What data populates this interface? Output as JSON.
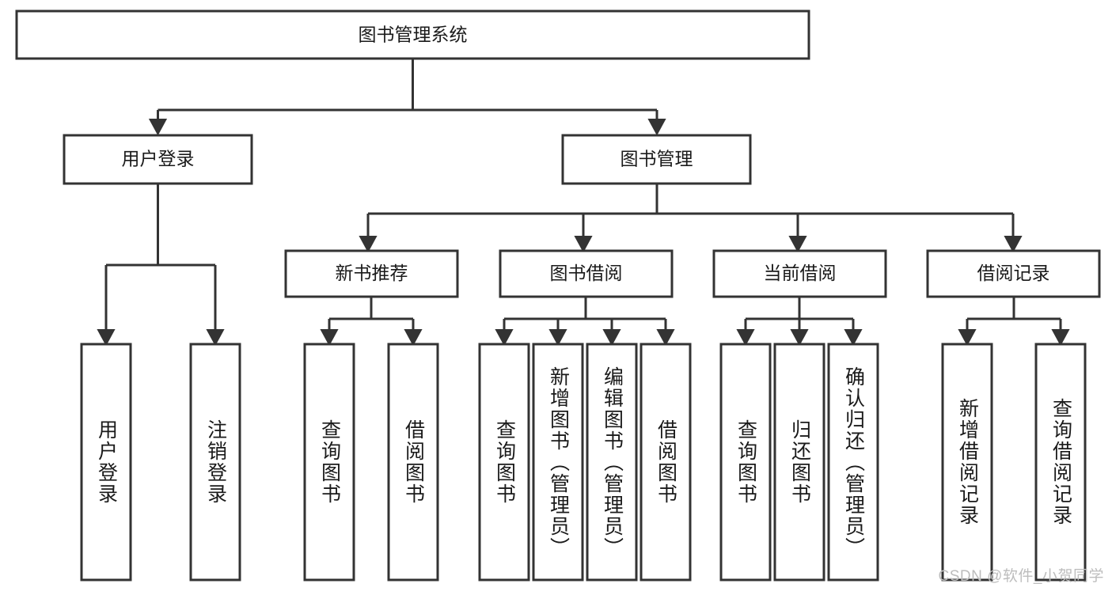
{
  "diagram": {
    "title_node": {
      "label": "图书管理系统"
    },
    "level2": [
      {
        "id": "user-login",
        "label": "用户登录"
      },
      {
        "id": "book-management",
        "label": "图书管理"
      }
    ],
    "level3": [
      {
        "id": "new-book-recommend",
        "label": "新书推荐"
      },
      {
        "id": "book-borrow",
        "label": "图书借阅"
      },
      {
        "id": "current-borrow",
        "label": "当前借阅"
      },
      {
        "id": "borrow-record",
        "label": "借阅记录"
      }
    ],
    "leaves": [
      {
        "id": "leaf-user-login",
        "label": "用户登录",
        "parent": "user-login"
      },
      {
        "id": "leaf-logout-login",
        "label": "注销登录",
        "parent": "user-login"
      },
      {
        "id": "leaf-query-book-1",
        "label": "查询图书",
        "parent": "new-book-recommend"
      },
      {
        "id": "leaf-borrow-book-1",
        "label": "借阅图书",
        "parent": "new-book-recommend"
      },
      {
        "id": "leaf-query-book-2",
        "label": "查询图书",
        "parent": "book-borrow"
      },
      {
        "id": "leaf-add-book",
        "label": "新增图书（管理员）",
        "parent": "book-borrow"
      },
      {
        "id": "leaf-edit-book",
        "label": "编辑图书（管理员）",
        "parent": "book-borrow"
      },
      {
        "id": "leaf-borrow-book-2",
        "label": "借阅图书",
        "parent": "book-borrow"
      },
      {
        "id": "leaf-query-book-3",
        "label": "查询图书",
        "parent": "current-borrow"
      },
      {
        "id": "leaf-return-book",
        "label": "归还图书",
        "parent": "current-borrow"
      },
      {
        "id": "leaf-confirm-return",
        "label": "确认归还（管理员）",
        "parent": "current-borrow"
      },
      {
        "id": "leaf-add-record",
        "label": "新增借阅记录",
        "parent": "borrow-record"
      },
      {
        "id": "leaf-query-record",
        "label": "查询借阅记录",
        "parent": "borrow-record"
      }
    ],
    "watermark": "CSDN @软件_小贺同学",
    "colors": {
      "stroke": "#333333",
      "fill": "#ffffff",
      "text": "#1a1a1a",
      "watermark": "#bdbdbd",
      "background": "#ffffff"
    }
  }
}
